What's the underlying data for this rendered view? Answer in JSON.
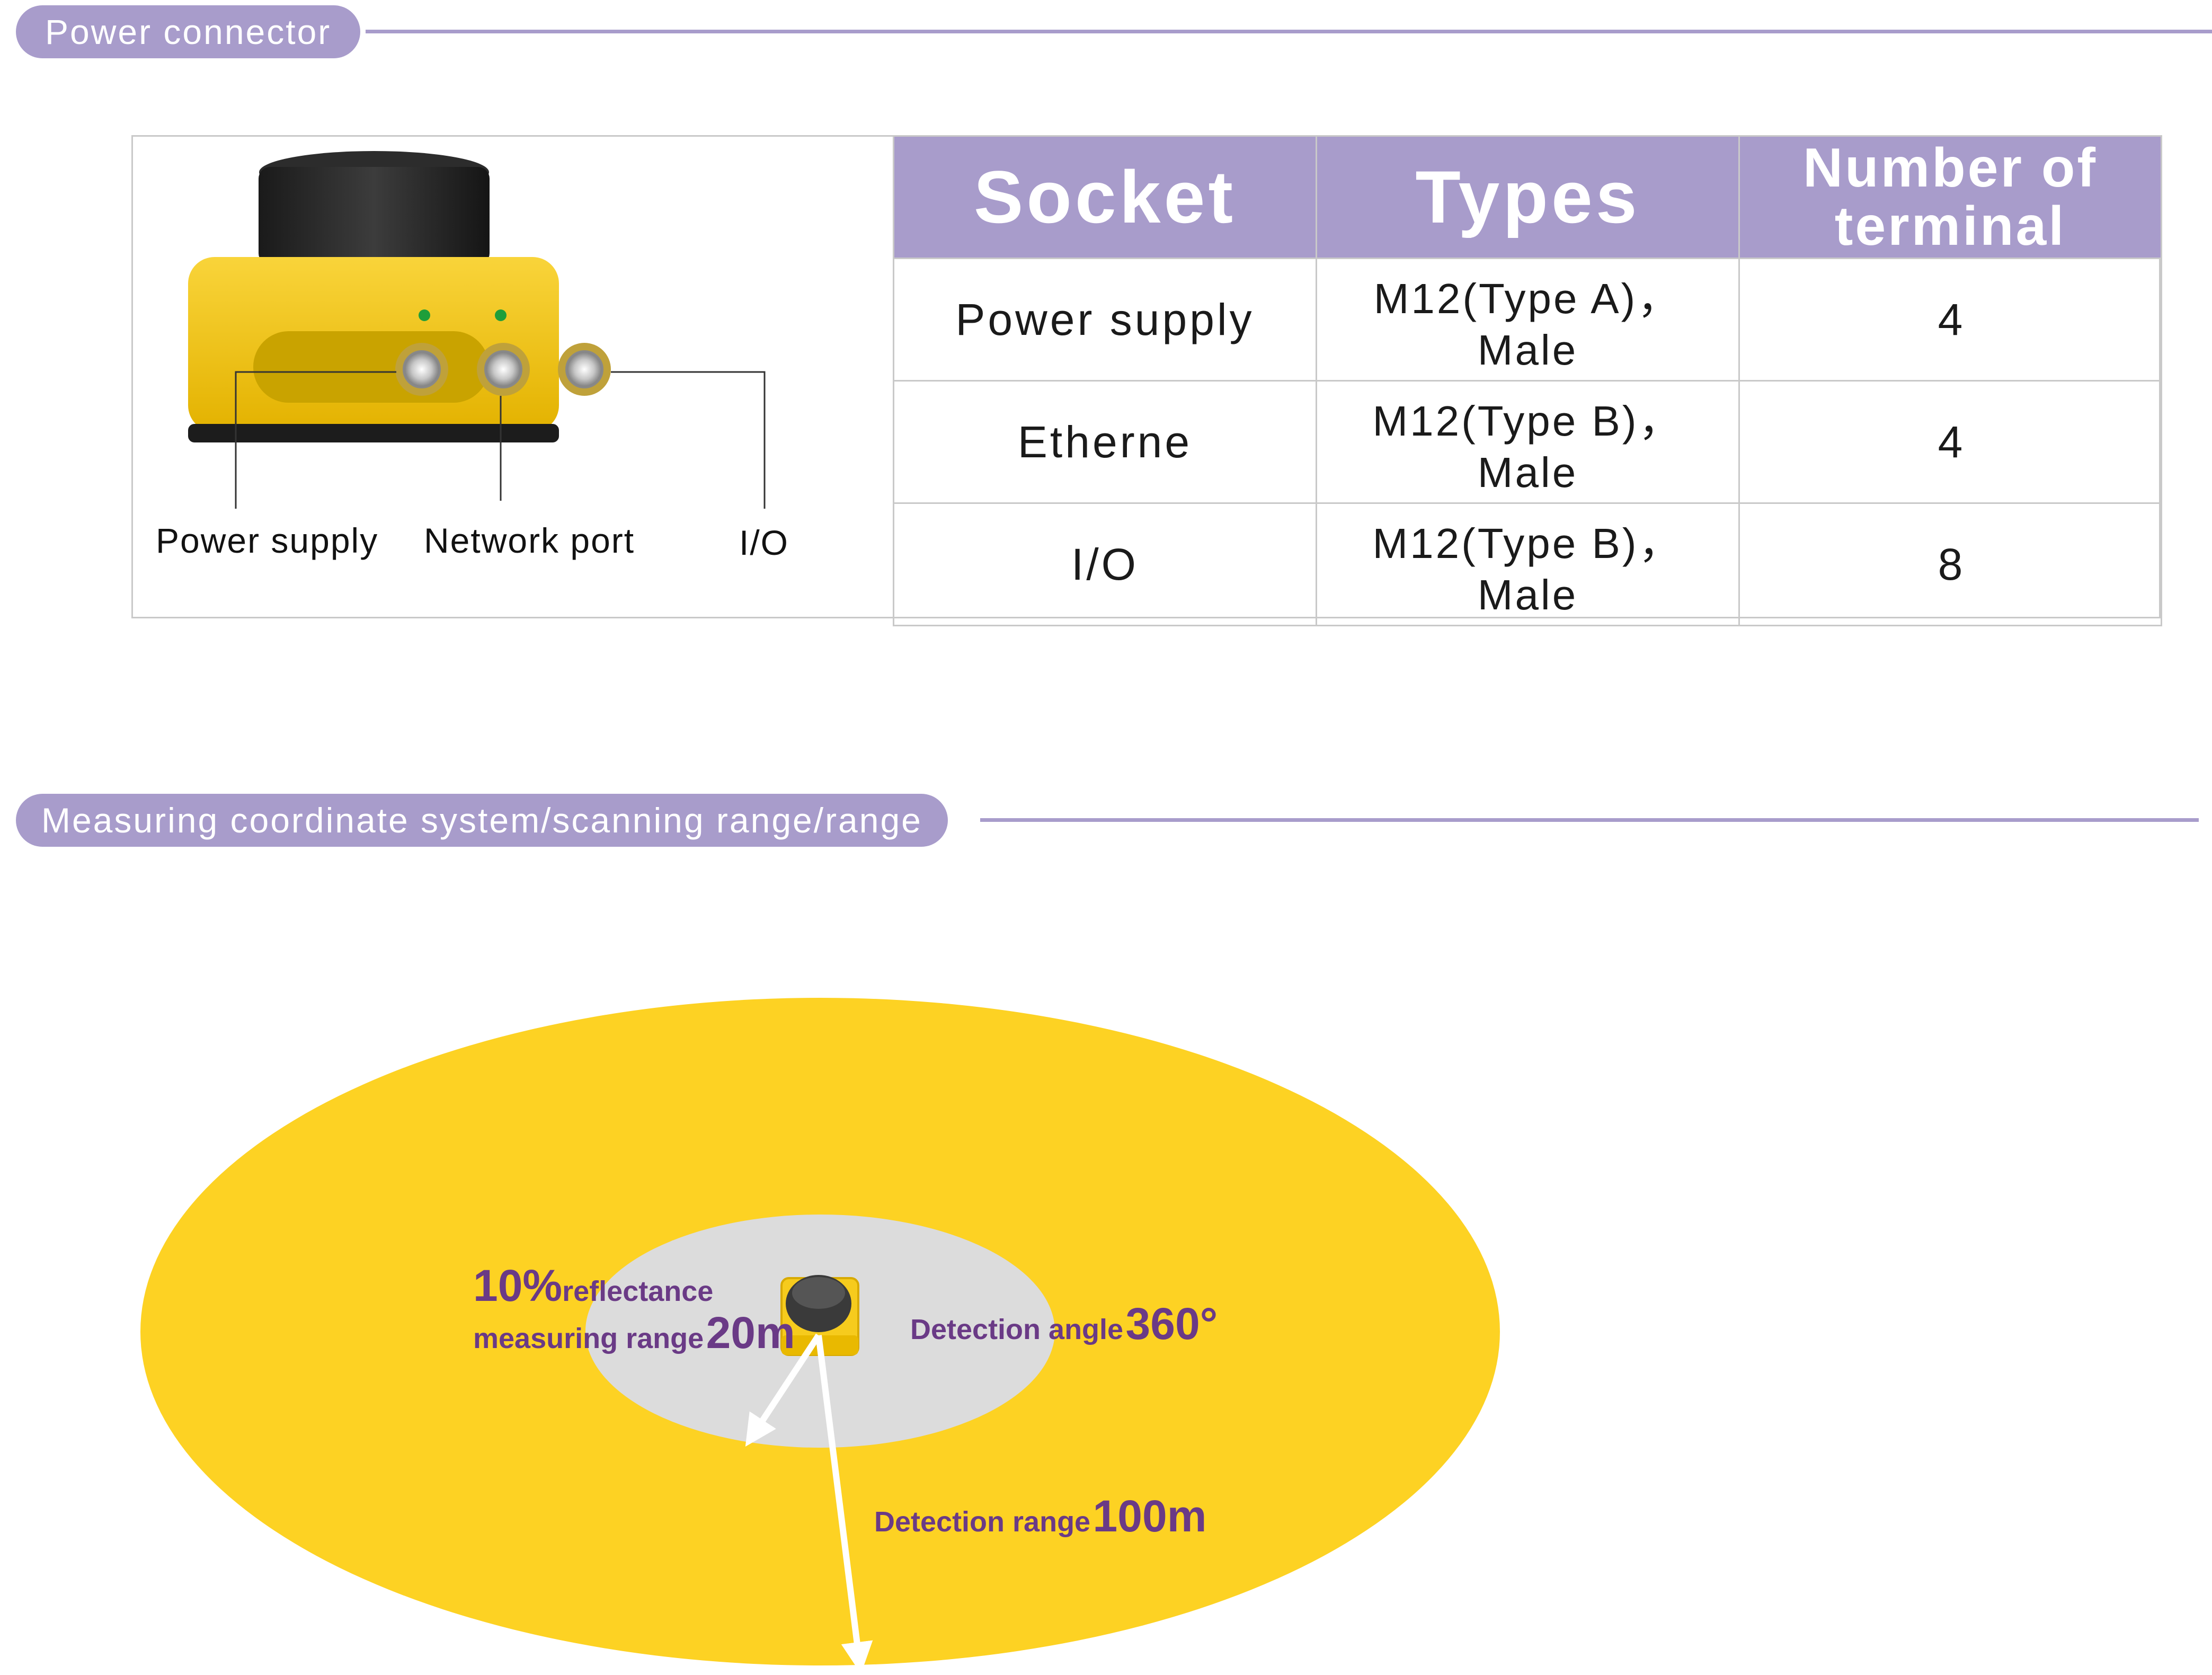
{
  "sections": {
    "power_connector": {
      "title": "Power connector"
    },
    "measuring": {
      "title": "Measuring coordinate system/scanning range/range"
    }
  },
  "device_labels": {
    "power_supply": "Power supply",
    "network_port": "Network port",
    "io": "I/O"
  },
  "table": {
    "headers": {
      "socket": "Socket",
      "types": "Types",
      "terminal_line1": "Number of",
      "terminal_line2": "terminal"
    },
    "rows": [
      {
        "socket": "Power supply",
        "type": "M12(Type A)， Male",
        "terminals": "4"
      },
      {
        "socket": "Etherne",
        "type": "M12(Type B)， Male",
        "terminals": "4"
      },
      {
        "socket": "I/O",
        "type": "M12(Type B)， Male",
        "terminals": "8"
      }
    ]
  },
  "range_diagram": {
    "reflectance_value": "10%",
    "reflectance_label": "reflectance",
    "measuring_label": "measuring range",
    "measuring_value": "20m",
    "angle_label": "Detection angle",
    "angle_value": "360°",
    "detection_label": "Detection range",
    "detection_value": "100m"
  },
  "colors": {
    "accent": "#a89ccb",
    "device_yellow": "#f6cb1d",
    "outer_range": "#fdd223",
    "inner_range": "#dcdcdc",
    "label_purple": "#6a3a86"
  }
}
